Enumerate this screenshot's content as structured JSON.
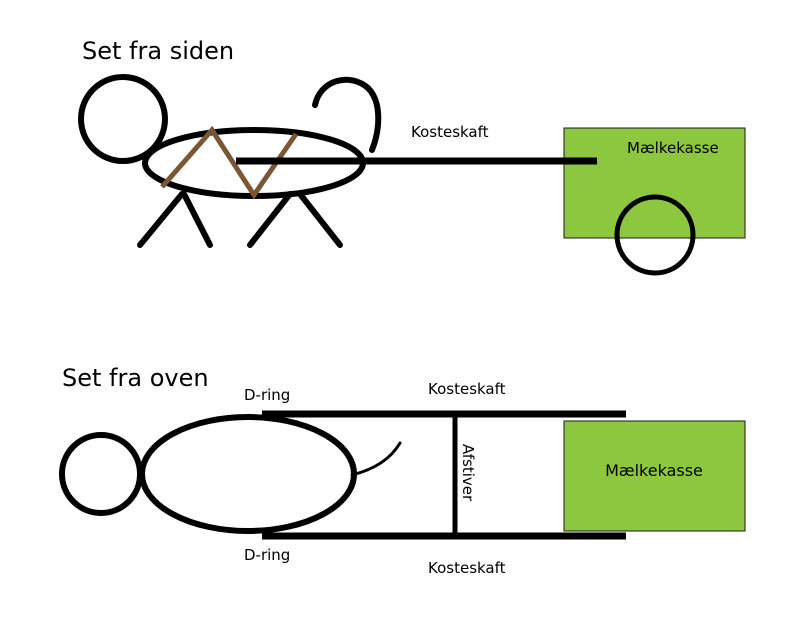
{
  "side_view": {
    "title": "Set fra siden",
    "broom_label": "Kosteskaft",
    "cart_label": "Mælkekasse"
  },
  "top_view": {
    "title": "Set fra oven",
    "d_ring_top": "D-ring",
    "d_ring_bottom": "D-ring",
    "broom_top": "Kosteskaft",
    "broom_bottom": "Kosteskaft",
    "spreader_label": "Afstiver",
    "cart_label": "Mælkekasse"
  },
  "colors": {
    "stroke": "#000000",
    "harness": "#7a5632",
    "cart_fill": "#8dc63f",
    "cart_border": "#1a1a1a"
  }
}
